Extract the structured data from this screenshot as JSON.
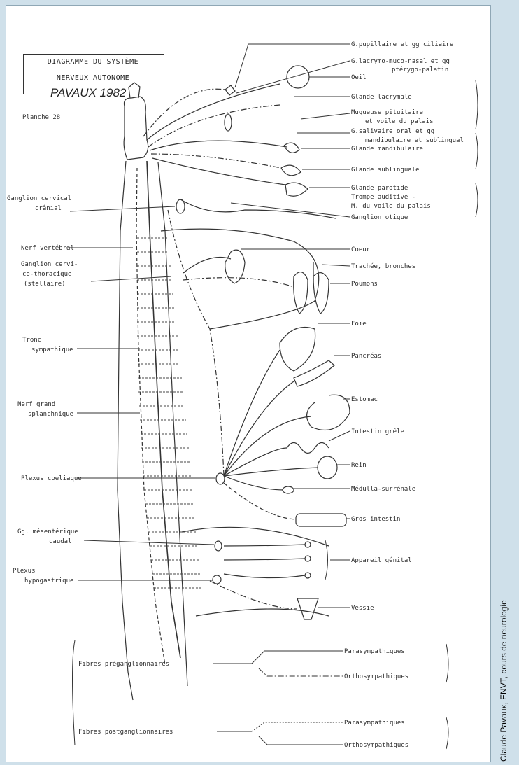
{
  "title": {
    "line1": "DIAGRAMME DU SYSTÈME",
    "line2": "NERVEUX AUTONOME",
    "author": "PAVAUX 1982"
  },
  "planche": "Planche 28",
  "labels_left": {
    "ganglion_cervical": [
      "Ganglion cervical",
      "crânial"
    ],
    "nerf_vertebral": "Nerf vertébral",
    "ganglion_cervicothoracique": [
      "Ganglion cervi-",
      "co-thoracique",
      "(stellaire)"
    ],
    "tronc_sympathique": [
      "Tronc",
      "sympathique"
    ],
    "nerf_grand_splanchnique": [
      "Nerf grand",
      "splanchnique"
    ],
    "plexus_coeliaque": "Plexus coeliaque",
    "gg_mesenterique": [
      "Gg. mésentérique",
      "caudal"
    ],
    "plexus_hypogastrique": [
      "Plexus",
      "hypogastrique"
    ]
  },
  "labels_right": {
    "gg_ciliaire": "G.pupillaire et gg ciliaire",
    "gg_pterygo": [
      "G.lacrymo-muco-nasal et gg",
      "ptérygo-palatin"
    ],
    "oeil": "Oeil",
    "glande_lacrymale": "Glande lacrymale",
    "muqueuse": [
      "Muqueuse pituitaire",
      "et voile du palais"
    ],
    "gg_mandibulaire": [
      "G.salivaire oral et gg",
      "mandibulaire et sublingual"
    ],
    "glande_mandibulaire": "Glande mandibulaire",
    "glande_sublinguale": "Glande sublinguale",
    "glande_parotide": [
      "Glande parotide",
      "Trompe auditive -",
      "M. du voile du palais"
    ],
    "ganglion_otique": "Ganglion otique",
    "coeur": "Coeur",
    "trachee": "Trachée, bronches",
    "poumons": "Poumons",
    "foie": "Foie",
    "pancreas": "Pancréas",
    "estomac": "Estomac",
    "intestin_grele": "Intestin grêle",
    "rein": "Rein",
    "medulla": "Médulla-surrénale",
    "gros_intestin": "Gros intestin",
    "appareil_genital": "Appareil génital",
    "vessie": "Vessie"
  },
  "legend": {
    "pre": "Fibres préganglionnaires",
    "post": "Fibres postganglionnaires",
    "para1": "Parasympathiques",
    "ortho1": "Orthosympathiques",
    "para2": "Parasympathiques",
    "ortho2": "Orthosympathiques"
  },
  "credit": "Claude Pavaux, ENVT, cours de neurologie",
  "colors": {
    "background": "#cfe0ea",
    "paper": "#ffffff",
    "ink": "#2a2a2a"
  }
}
